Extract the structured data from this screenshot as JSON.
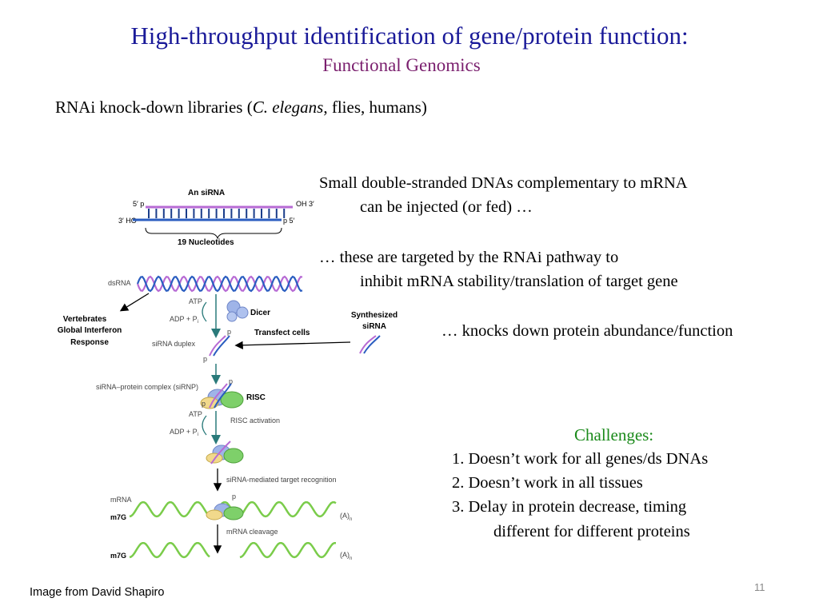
{
  "slide": {
    "title": "High-throughput identification of gene/protein function:",
    "subtitle": "Functional Genomics",
    "rnai_line": {
      "prefix": "RNAi knock-down libraries  (",
      "italic": "C. elegans",
      "suffix": ", flies, humans)"
    },
    "paragraphs": {
      "p1_line1": "Small double-stranded DNAs complementary to mRNA",
      "p1_line2": "can be injected (or fed) …",
      "p2_line1": "… these are targeted by the RNAi pathway to",
      "p2_line2": "inhibit mRNA stability/translation of target gene",
      "p3": "… knocks down protein abundance/function"
    },
    "challenges": {
      "title": "Challenges:",
      "items": [
        "1.  Doesn’t work for all genes/ds DNAs",
        "2.  Doesn’t work in all tissues",
        "3.  Delay in protein decrease, timing"
      ],
      "item3_continuation": "different for different proteins"
    },
    "credit": "Image from David Shapiro",
    "page_number": "11"
  },
  "diagram": {
    "sirna_title": "An siRNA",
    "five_prime_p": "5′  p",
    "oh_three_prime": "OH  3′",
    "three_prime_ho": "3′  HO",
    "p_five_prime": "p  5′",
    "nucleotides": "19 Nucleotides",
    "dsrna": "dsRNA",
    "atp1": "ATP",
    "dicer": "Dicer",
    "adp1": "ADP + P",
    "adp1_sub": "i",
    "vertebrates_line1": "Vertebrates",
    "vertebrates_line2": "Global Interferon",
    "vertebrates_line3": "Response",
    "synthesized_line1": "Synthesized",
    "synthesized_line2": "siRNA",
    "transfect": "Transfect cells",
    "sirna_duplex": "siRNA duplex",
    "p_label": "p",
    "sirnp": "siRNA–protein complex (siRNP)",
    "risc": "RISC",
    "atp2": "ATP",
    "risc_activation": "RISC activation",
    "adp2": "ADP + P",
    "adp2_sub": "i",
    "target_recognition": "siRNA-mediated target recognition",
    "mrna": "mRNA",
    "m7g": "m7G",
    "poly_a": "(A)",
    "poly_a_sub": "n",
    "mrna_cleavage": "mRNA cleavage",
    "m7g_2": "m7G",
    "poly_a_2": "(A)",
    "poly_a_2_sub": "n",
    "colors": {
      "strand_top": "#b76ad4",
      "strand_bottom": "#2a5dc0",
      "arrow": "#2a7a7a",
      "mrna_wave": "#7acc4a"
    }
  }
}
